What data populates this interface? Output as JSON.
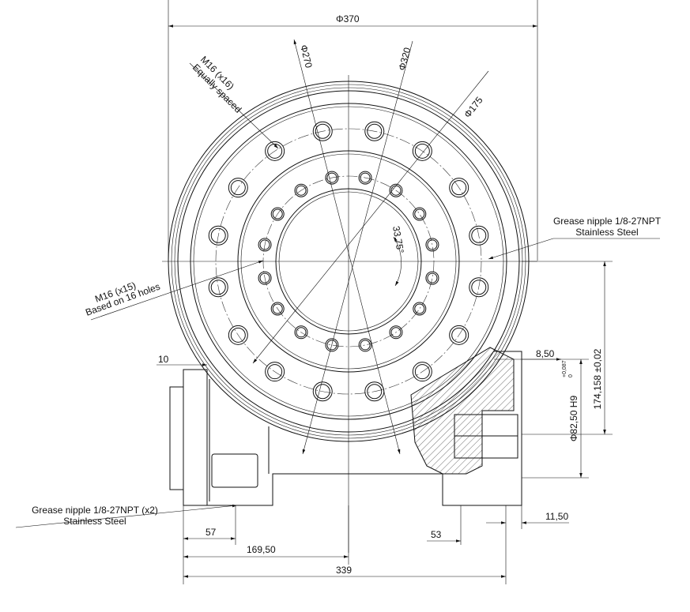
{
  "dimensions": {
    "outer_diameter": "Φ370",
    "d270": "Φ270",
    "d320": "Φ320",
    "d175": "Φ175",
    "angle": "33,75°",
    "d82": "Φ82,50 H9",
    "d82_tol_upper": "+0,087",
    "d82_tol_lower": "0",
    "height_174": "174,158 ±0,02",
    "d8_50": "8,50",
    "d10": "10",
    "d57": "57",
    "d169": "169,50",
    "d339": "339",
    "d53": "53",
    "d11_50": "11,50"
  },
  "callouts": {
    "m16_x16_line1": "M16 (x16)",
    "m16_x16_line2": "Equally spaced",
    "m16_x15_line1": "M16 (x15)",
    "m16_x15_line2": "Based on 16 holes",
    "grease_right_line1": "Grease nipple 1/8-27NPT",
    "grease_right_line2": "Stainless Steel",
    "grease_left_line1": "Grease nipple 1/8-27NPT (x2)",
    "grease_left_line2": "Stainless Steel"
  }
}
